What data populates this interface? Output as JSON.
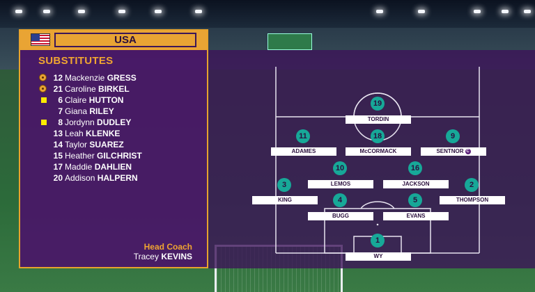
{
  "team": {
    "name": "USA"
  },
  "substitutes": {
    "title": "SUBSTITUTES",
    "list": [
      {
        "mark": "ball",
        "num": "12",
        "first": "Mackenzie",
        "last": "GRESS"
      },
      {
        "mark": "ball",
        "num": "21",
        "first": "Caroline",
        "last": "BIRKEL"
      },
      {
        "mark": "yellow",
        "num": "6",
        "first": "Claire",
        "last": "HUTTON"
      },
      {
        "mark": "",
        "num": "7",
        "first": "Giana",
        "last": "RILEY"
      },
      {
        "mark": "yellow",
        "num": "8",
        "first": "Jordynn",
        "last": "DUDLEY"
      },
      {
        "mark": "",
        "num": "13",
        "first": "Leah",
        "last": "KLENKE"
      },
      {
        "mark": "",
        "num": "14",
        "first": "Taylor",
        "last": "SUAREZ"
      },
      {
        "mark": "",
        "num": "15",
        "first": "Heather",
        "last": "GILCHRIST"
      },
      {
        "mark": "",
        "num": "17",
        "first": "Maddie",
        "last": "DAHLIEN"
      },
      {
        "mark": "",
        "num": "20",
        "first": "Addison",
        "last": "HALPERN"
      }
    ]
  },
  "coach": {
    "label": "Head Coach",
    "first": "Tracey",
    "last": "KEVINS"
  },
  "lineup": {
    "gk": {
      "num": "1",
      "name": "WY"
    },
    "cb_left": {
      "num": "4",
      "name": "BUGG"
    },
    "cb_right": {
      "num": "5",
      "name": "EVANS"
    },
    "lb": {
      "num": "3",
      "name": "KING"
    },
    "rb": {
      "num": "2",
      "name": "THOMPSON"
    },
    "dm_left": {
      "num": "10",
      "name": "LEMOS"
    },
    "dm_right": {
      "num": "16",
      "name": "JACKSON"
    },
    "lw": {
      "num": "11",
      "name": "ADAMES"
    },
    "cam": {
      "num": "18",
      "name": "McCORMACK"
    },
    "rw": {
      "num": "9",
      "name": "SENTNOR",
      "captain": "C"
    },
    "st": {
      "num": "19",
      "name": "TORDIN"
    }
  },
  "colors": {
    "panel": "#4a1668",
    "accent": "#e9a434",
    "badge": "#17a898"
  }
}
